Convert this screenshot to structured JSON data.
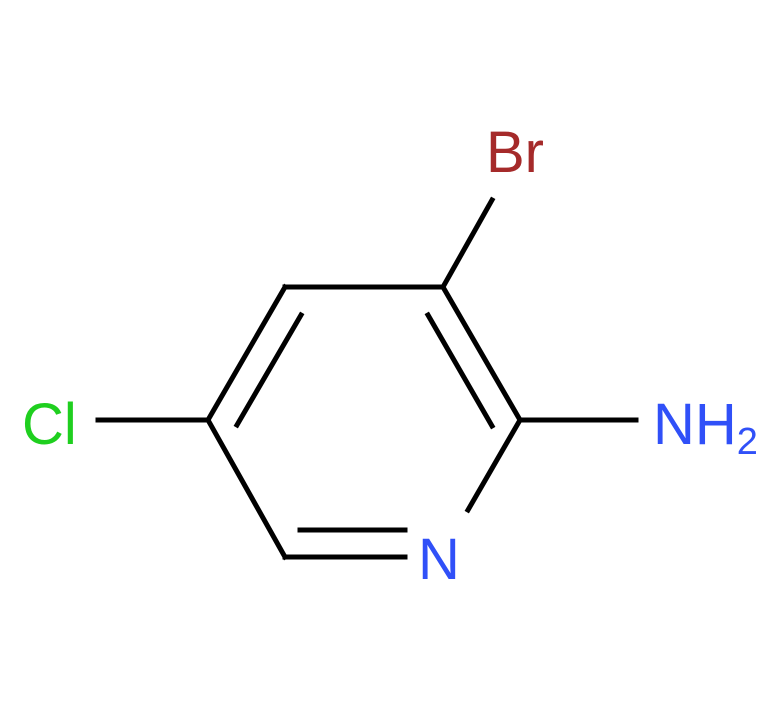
{
  "molecule": {
    "atoms": {
      "br": {
        "symbol": "Br",
        "color": "#a52a2a"
      },
      "cl": {
        "symbol": "Cl",
        "color": "#1fcf1f"
      },
      "n_ring": {
        "symbol": "N",
        "color": "#3050f8"
      },
      "nh2": {
        "symbol": "NH",
        "subscript": "2",
        "color": "#3050f8"
      }
    },
    "bond_color": "#000000"
  }
}
